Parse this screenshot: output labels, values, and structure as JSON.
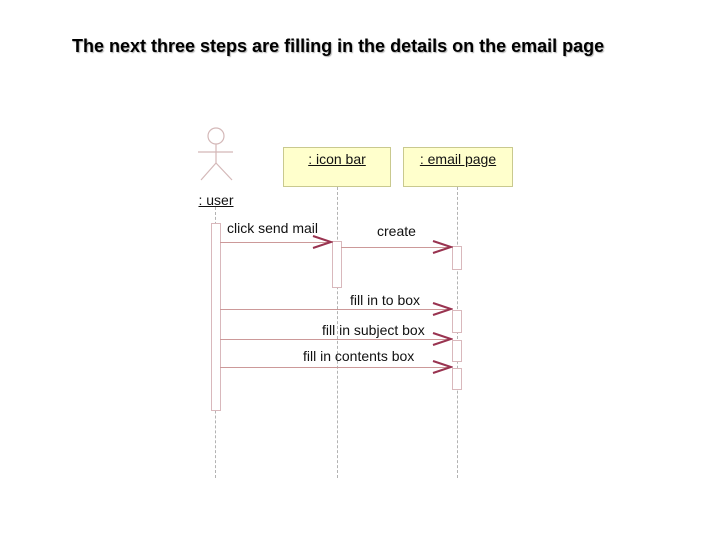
{
  "slide": {
    "title": "The next three steps are filling in the details on the email page"
  },
  "diagram": {
    "type": "uml-sequence-diagram",
    "actor": {
      "label": ": user"
    },
    "objects": [
      {
        "label": ": icon bar"
      },
      {
        "label": ": email page"
      }
    ],
    "messages": [
      {
        "label": "click send mail",
        "from": ": user",
        "to": ": icon bar"
      },
      {
        "label": "create",
        "from": ": icon bar",
        "to": ": email page"
      },
      {
        "label": "fill in to box",
        "from": ": user",
        "to": ": email page"
      },
      {
        "label": "fill in subject box",
        "from": ": user",
        "to": ": email page"
      },
      {
        "label": "fill in contents box",
        "from": ": user",
        "to": ": email page"
      }
    ],
    "colors": {
      "background": "#ffffff",
      "object_fill": "#ffffcc",
      "object_border": "#c9c98f",
      "message_line": "#cc9999",
      "arrowhead": "#993350",
      "activation_border": "#d9b8bc",
      "lifeline": "#b3b3b3",
      "actor_stroke": "#d4b8b8",
      "text": "#111111"
    }
  }
}
